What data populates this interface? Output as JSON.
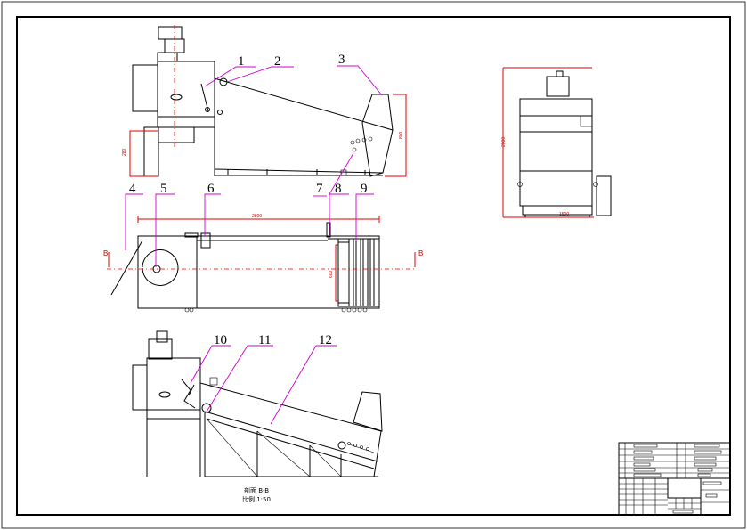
{
  "callouts": [
    "1",
    "2",
    "3",
    "4",
    "5",
    "6",
    "7",
    "8",
    "9",
    "10",
    "11",
    "12"
  ],
  "section_markers": {
    "left": "B",
    "right": "B"
  },
  "section_caption": {
    "line1": "剖面 B-B",
    "line2": "比例 1:50"
  },
  "colors": {
    "frame": "#000000",
    "dimension": "#e00000",
    "leader": "#d000d0",
    "paper": "#ffffff"
  }
}
